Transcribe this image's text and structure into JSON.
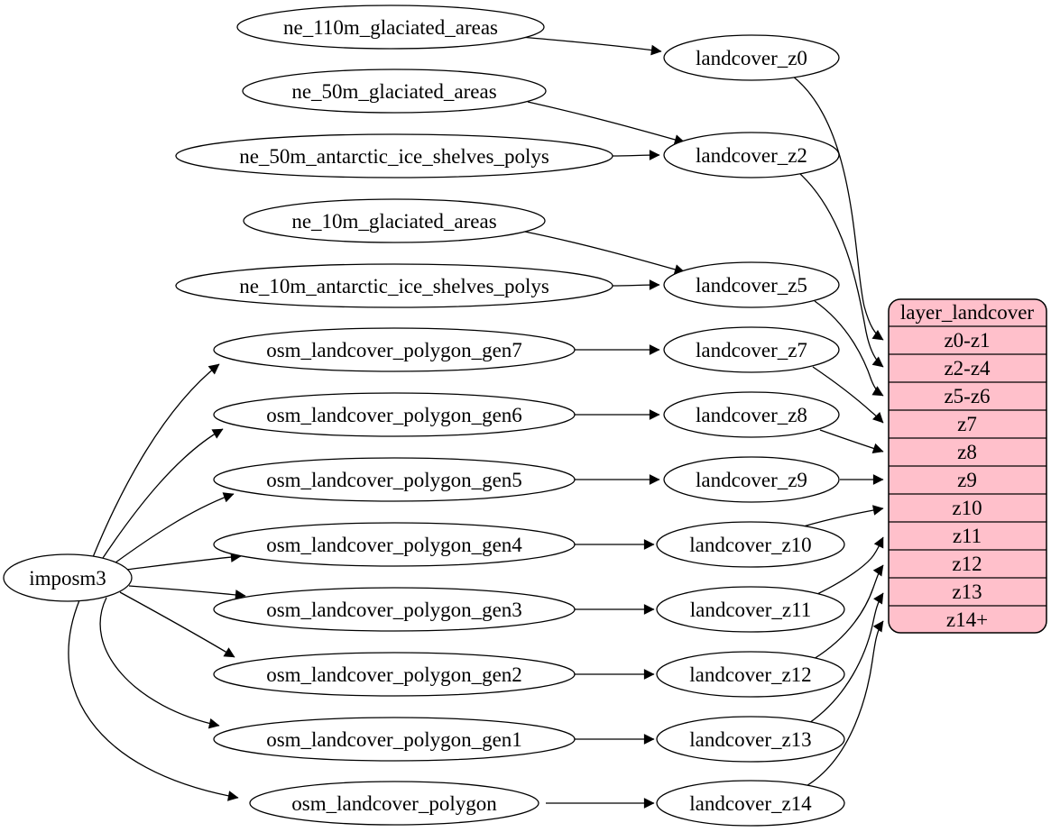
{
  "graph": {
    "importer": "imposm3",
    "sources": [
      "ne_110m_glaciated_areas",
      "ne_50m_glaciated_areas",
      "ne_50m_antarctic_ice_shelves_polys",
      "ne_10m_glaciated_areas",
      "ne_10m_antarctic_ice_shelves_polys",
      "osm_landcover_polygon_gen7",
      "osm_landcover_polygon_gen6",
      "osm_landcover_polygon_gen5",
      "osm_landcover_polygon_gen4",
      "osm_landcover_polygon_gen3",
      "osm_landcover_polygon_gen2",
      "osm_landcover_polygon_gen1",
      "osm_landcover_polygon"
    ],
    "layers": [
      "landcover_z0",
      "landcover_z2",
      "landcover_z5",
      "landcover_z7",
      "landcover_z8",
      "landcover_z9",
      "landcover_z10",
      "landcover_z11",
      "landcover_z12",
      "landcover_z13",
      "landcover_z14"
    ],
    "table": {
      "title": "layer_landcover",
      "rows": [
        "z0-z1",
        "z2-z4",
        "z5-z6",
        "z7",
        "z8",
        "z9",
        "z10",
        "z11",
        "z12",
        "z13",
        "z14+"
      ]
    },
    "edges": [
      [
        "ne_110m_glaciated_areas",
        "landcover_z0"
      ],
      [
        "ne_50m_glaciated_areas",
        "landcover_z2"
      ],
      [
        "ne_50m_antarctic_ice_shelves_polys",
        "landcover_z2"
      ],
      [
        "ne_10m_glaciated_areas",
        "landcover_z5"
      ],
      [
        "ne_10m_antarctic_ice_shelves_polys",
        "landcover_z5"
      ],
      [
        "imposm3",
        "osm_landcover_polygon_gen7"
      ],
      [
        "imposm3",
        "osm_landcover_polygon_gen6"
      ],
      [
        "imposm3",
        "osm_landcover_polygon_gen5"
      ],
      [
        "imposm3",
        "osm_landcover_polygon_gen4"
      ],
      [
        "imposm3",
        "osm_landcover_polygon_gen3"
      ],
      [
        "imposm3",
        "osm_landcover_polygon_gen2"
      ],
      [
        "imposm3",
        "osm_landcover_polygon_gen1"
      ],
      [
        "imposm3",
        "osm_landcover_polygon"
      ],
      [
        "osm_landcover_polygon_gen7",
        "landcover_z7"
      ],
      [
        "osm_landcover_polygon_gen6",
        "landcover_z8"
      ],
      [
        "osm_landcover_polygon_gen5",
        "landcover_z9"
      ],
      [
        "osm_landcover_polygon_gen4",
        "landcover_z10"
      ],
      [
        "osm_landcover_polygon_gen3",
        "landcover_z11"
      ],
      [
        "osm_landcover_polygon_gen2",
        "landcover_z12"
      ],
      [
        "osm_landcover_polygon_gen1",
        "landcover_z13"
      ],
      [
        "osm_landcover_polygon",
        "landcover_z14"
      ],
      [
        "landcover_z0",
        "layer_landcover.z0-z1"
      ],
      [
        "landcover_z2",
        "layer_landcover.z2-z4"
      ],
      [
        "landcover_z5",
        "layer_landcover.z5-z6"
      ],
      [
        "landcover_z7",
        "layer_landcover.z7"
      ],
      [
        "landcover_z8",
        "layer_landcover.z8"
      ],
      [
        "landcover_z9",
        "layer_landcover.z9"
      ],
      [
        "landcover_z10",
        "layer_landcover.z10"
      ],
      [
        "landcover_z11",
        "layer_landcover.z11"
      ],
      [
        "landcover_z12",
        "layer_landcover.z12"
      ],
      [
        "landcover_z13",
        "layer_landcover.z13"
      ],
      [
        "landcover_z14",
        "layer_landcover.z14+"
      ]
    ],
    "colors": {
      "background": "#ffffff",
      "node_fill": "#ffffff",
      "node_stroke": "#000000",
      "edge": "#000000",
      "table_fill": "#ffc0cb",
      "text": "#000000"
    }
  }
}
